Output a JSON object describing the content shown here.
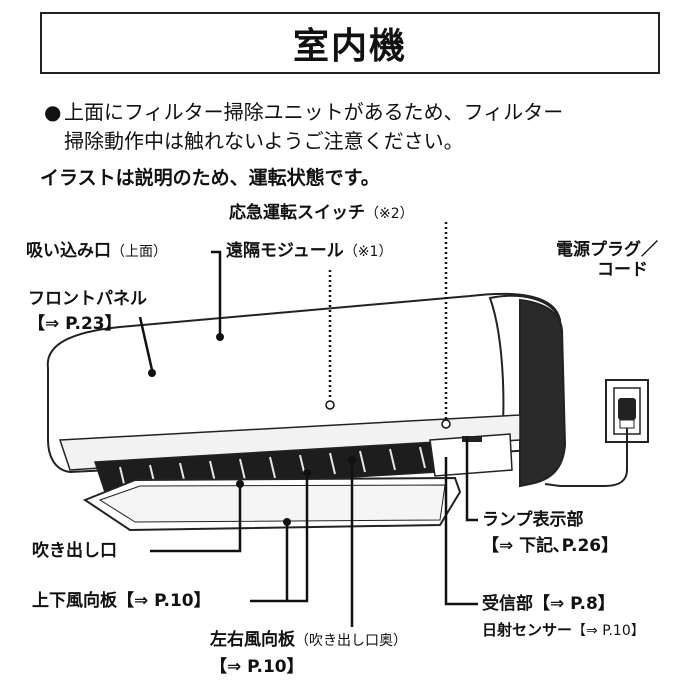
{
  "title": "室内機",
  "note": {
    "bullet": "●",
    "line1": "上面にフィルター掃除ユニットがあるため、フィルター",
    "line2": "掃除動作中は触れないようご注意ください。"
  },
  "subheading": "イラストは説明のため、運転状態です。",
  "labels": {
    "emergency_switch": {
      "text": "応急運転スイッチ",
      "note": "（※2）"
    },
    "air_intake": {
      "text": "吸い込み口",
      "note": "（上面）"
    },
    "remote_module": {
      "text": "遠隔モジュール",
      "note": "（※1）"
    },
    "power_plug_line1": "電源プラグ／",
    "power_plug_line2": "コード",
    "front_panel_line1": "フロントパネル",
    "front_panel_ref": "【⇒ P.23】",
    "lamp_display": "ランプ表示部",
    "lamp_display_ref": "【⇒ 下記､P.26】",
    "air_outlet": "吹き出し口",
    "vertical_louver": {
      "text": "上下風向板",
      "ref": "【⇒ P.10】"
    },
    "receiver": {
      "text": "受信部",
      "ref": "【⇒ P.8】"
    },
    "sunlight_sensor": {
      "text": "日射センサー",
      "ref": "【⇒ P.10】"
    },
    "horizontal_louver": {
      "text": "左右風向板",
      "note": "（吹き出し口奥）"
    },
    "horizontal_louver_ref": "【⇒ P.10】"
  }
}
